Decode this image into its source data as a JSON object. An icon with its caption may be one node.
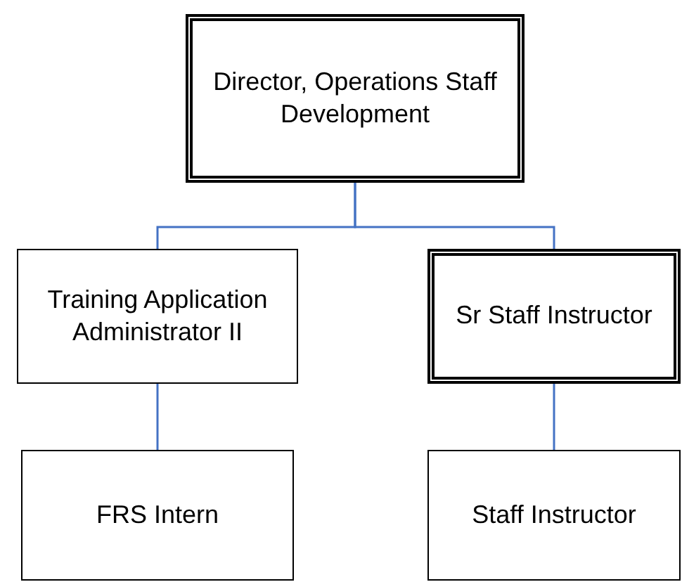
{
  "diagram": {
    "nodes": [
      {
        "text": [
          "Director, Operations Staff Development"
        ]
      },
      {
        "text": [
          "Training Application Administrator II"
        ]
      },
      {
        "text": [
          "Sr Staff Instructor"
        ]
      },
      {
        "text": [
          "FRS Intern"
        ]
      },
      {
        "text": [
          "Staff Instructor"
        ]
      }
    ],
    "edges": [
      {
        "from": 0,
        "to": 1,
        "arrow": "none"
      },
      {
        "from": 0,
        "to": 2,
        "arrow": "none"
      },
      {
        "from": 1,
        "to": 3,
        "arrow": "none"
      },
      {
        "from": 2,
        "to": 4,
        "arrow": "none"
      }
    ]
  }
}
